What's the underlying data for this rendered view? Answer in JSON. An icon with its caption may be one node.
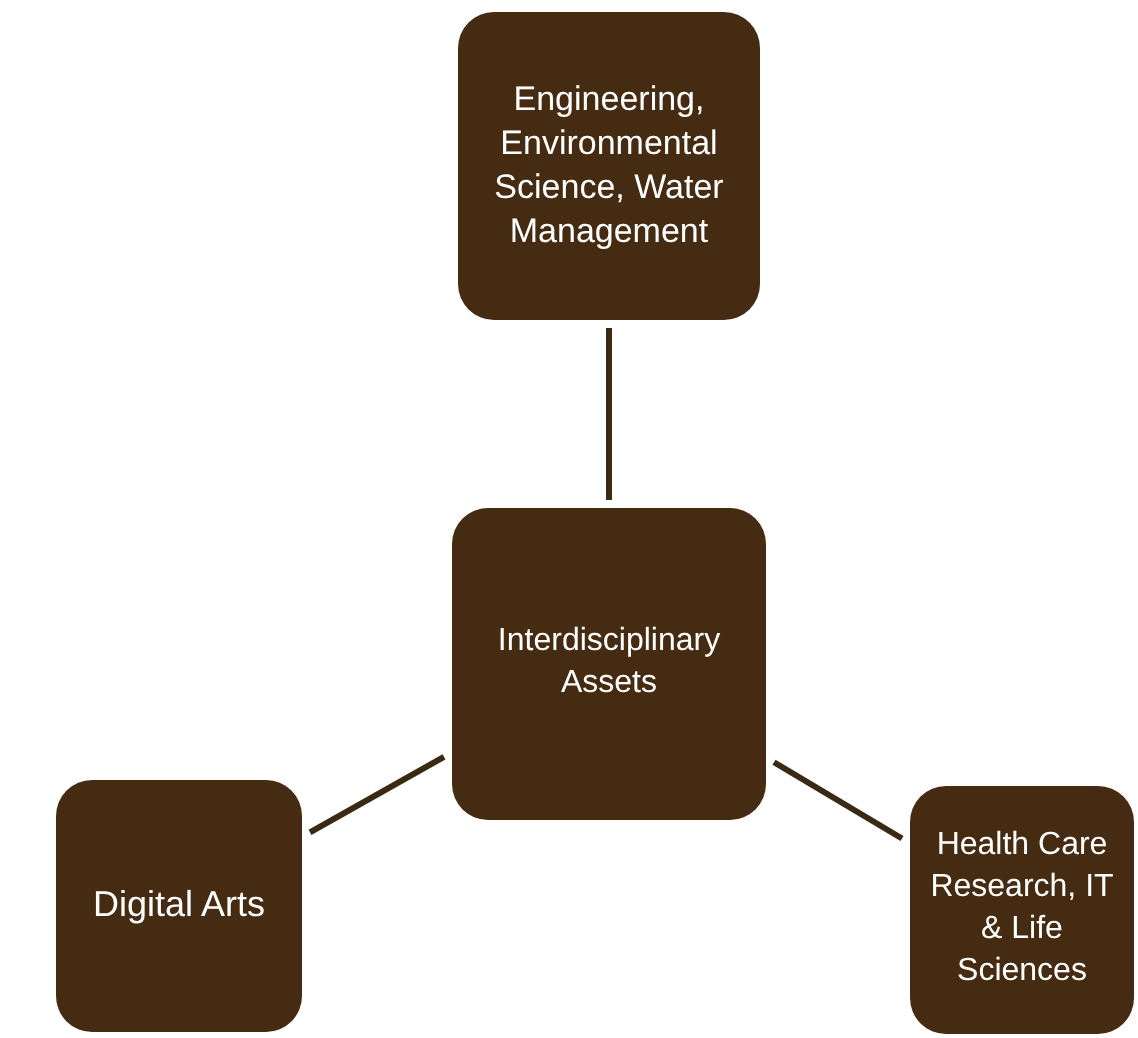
{
  "diagram": {
    "nodes": [
      {
        "text": [
          "Engineering, Environmental Science, Water Management"
        ]
      },
      {
        "text": [
          "Interdisciplinary Assets"
        ]
      },
      {
        "text": [
          "Digital Arts"
        ]
      },
      {
        "text": [
          "Health Care Research, IT & Life Sciences"
        ]
      }
    ],
    "edges": [
      {
        "from": 0,
        "to": 1,
        "arrow": "none"
      },
      {
        "from": 1,
        "to": 2,
        "arrow": "none"
      },
      {
        "from": 1,
        "to": 3,
        "arrow": "none"
      }
    ]
  }
}
